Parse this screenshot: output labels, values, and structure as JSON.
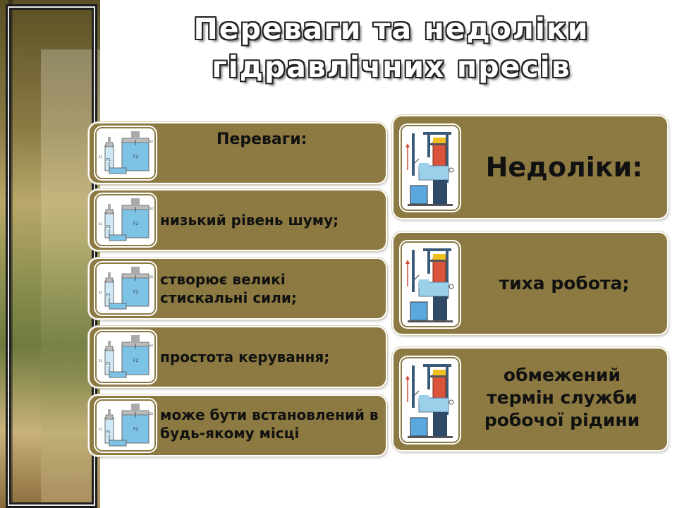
{
  "title": {
    "line1": "Переваги та недоліки",
    "line2": "гідравлічних пресів"
  },
  "advantages": {
    "heading": "Переваги:",
    "items": [
      "низький рівень шуму;",
      "створює великі стискальні сили;",
      "простота керування;",
      "може бути встановлений в будь-якому місці"
    ]
  },
  "disadvantages": {
    "heading": "Недоліки:",
    "items": [
      "тиха робота;",
      "обмежений термін служби робочої рідини"
    ]
  },
  "colors": {
    "card": "#8c7a42",
    "text": "#111111",
    "title_fill": "#ffffff",
    "title_outline": "#222222"
  },
  "icons": {
    "left": "hydraulic-press-diagram-icon",
    "right": "hydraulic-press-machine-icon"
  }
}
